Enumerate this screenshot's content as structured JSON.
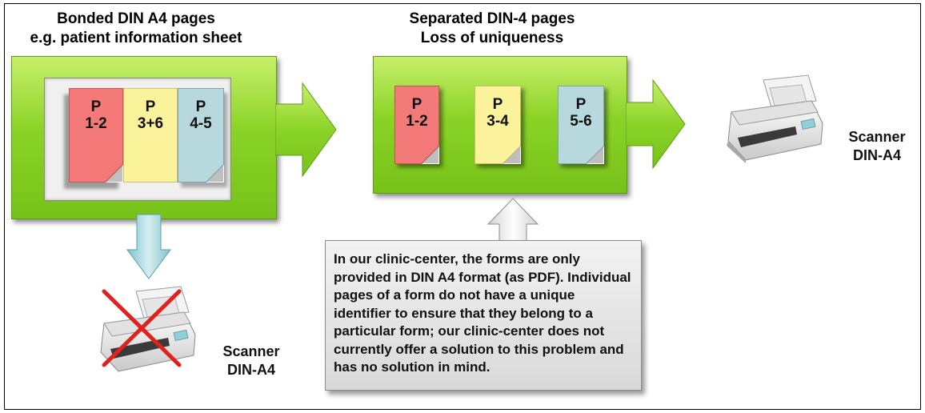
{
  "left_group": {
    "title_line1": "Bonded DIN A4 pages",
    "title_line2": "e.g. patient information sheet",
    "pages": [
      {
        "line1": "P",
        "line2": "1-2",
        "color": "#f47a7a"
      },
      {
        "line1": "P",
        "line2": "3+6",
        "color": "#fbf39c"
      },
      {
        "line1": "P",
        "line2": "4-5",
        "color": "#b7d9de"
      }
    ]
  },
  "middle_group": {
    "title_line1": "Separated DIN-4 pages",
    "title_line2": "Loss of uniqueness",
    "pages": [
      {
        "line1": "P",
        "line2": "1-2",
        "color": "#f47a7a"
      },
      {
        "line1": "P",
        "line2": "3-4",
        "color": "#fbf39c"
      },
      {
        "line1": "P",
        "line2": "5-6",
        "color": "#b7d9de"
      }
    ]
  },
  "scanner_right": {
    "line1": "Scanner",
    "line2": "DIN-A4"
  },
  "scanner_bottom": {
    "line1": "Scanner",
    "line2": "DIN-A4"
  },
  "note": {
    "text": "In our clinic-center, the forms are only provided in DIN A4 format (as PDF). Individual pages of a form do not have a unique identifier to ensure that they belong to a particular form; our clinic-center does not currently offer a solution to this problem and has no solution in mind."
  },
  "colors": {
    "green": "#8bd327",
    "arrow_blue": "#9fd3dc",
    "cross_red": "#e0211f"
  },
  "icons": [
    "arrow-right-icon",
    "arrow-down-icon",
    "arrow-up-icon",
    "scanner-icon",
    "cross-icon"
  ]
}
